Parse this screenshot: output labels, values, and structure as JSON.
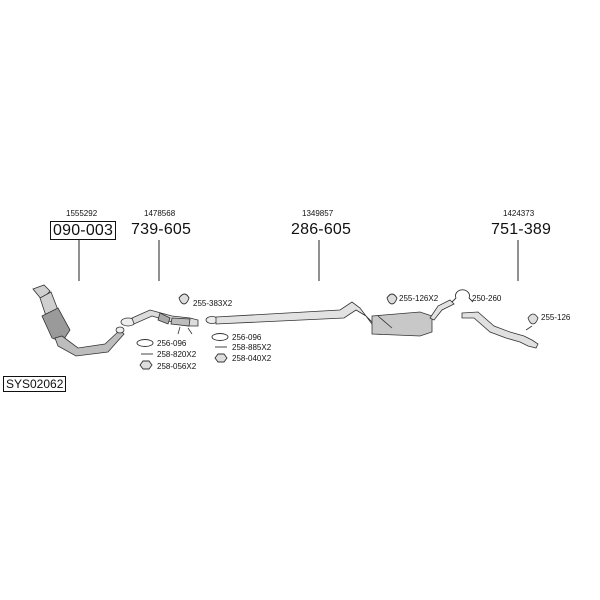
{
  "system_code": "SYS02062",
  "parts": [
    {
      "ref": "1555292",
      "number": "090-003"
    },
    {
      "ref": "1478568",
      "number": "739-605"
    },
    {
      "ref": "1349857",
      "number": "286-605"
    },
    {
      "ref": "1424373",
      "number": "751-389"
    }
  ],
  "fittings": {
    "f1": "255-383X2",
    "f2": "256-096",
    "f3": "258-820X2",
    "f4": "258-056X2",
    "f5": "256-096",
    "f6": "258-885X2",
    "f7": "258-040X2",
    "f8": "255-126X2",
    "f9": "250-260",
    "f10": "255-126"
  }
}
